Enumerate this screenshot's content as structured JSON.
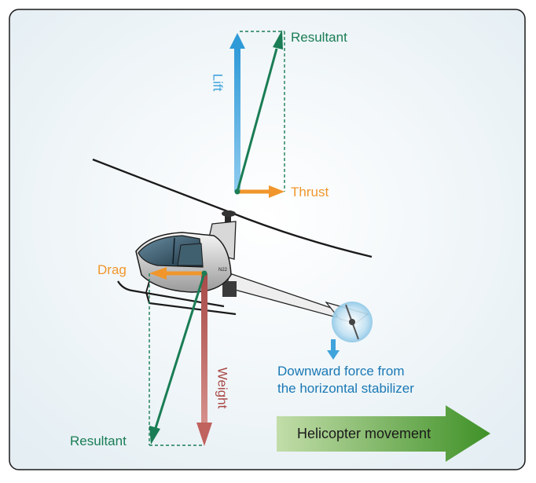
{
  "labels": {
    "resultant_top": "Resultant",
    "lift": "Lift",
    "thrust": "Thrust",
    "drag": "Drag",
    "weight": "Weight",
    "downward_force_line1": "Downward force from",
    "downward_force_line2": "the horizontal stabilizer",
    "resultant_bottom": "Resultant",
    "movement": "Helicopter movement",
    "fuselage_marking": "N22"
  },
  "colors": {
    "background": "#eef4f7",
    "frame_border": "#1a1a1a",
    "lift": "#3fa3dc",
    "resultant": "#1a7d55",
    "thrust": "#f0962c",
    "drag": "#f0962c",
    "weight": "#c0625e",
    "stabilizer_force": "#3fa3dc",
    "stabilizer_text": "#1a78b5",
    "movement_arrow_start": "#b5d69a",
    "movement_arrow_end": "#4e9a2d",
    "movement_text": "#1a1a1a"
  }
}
